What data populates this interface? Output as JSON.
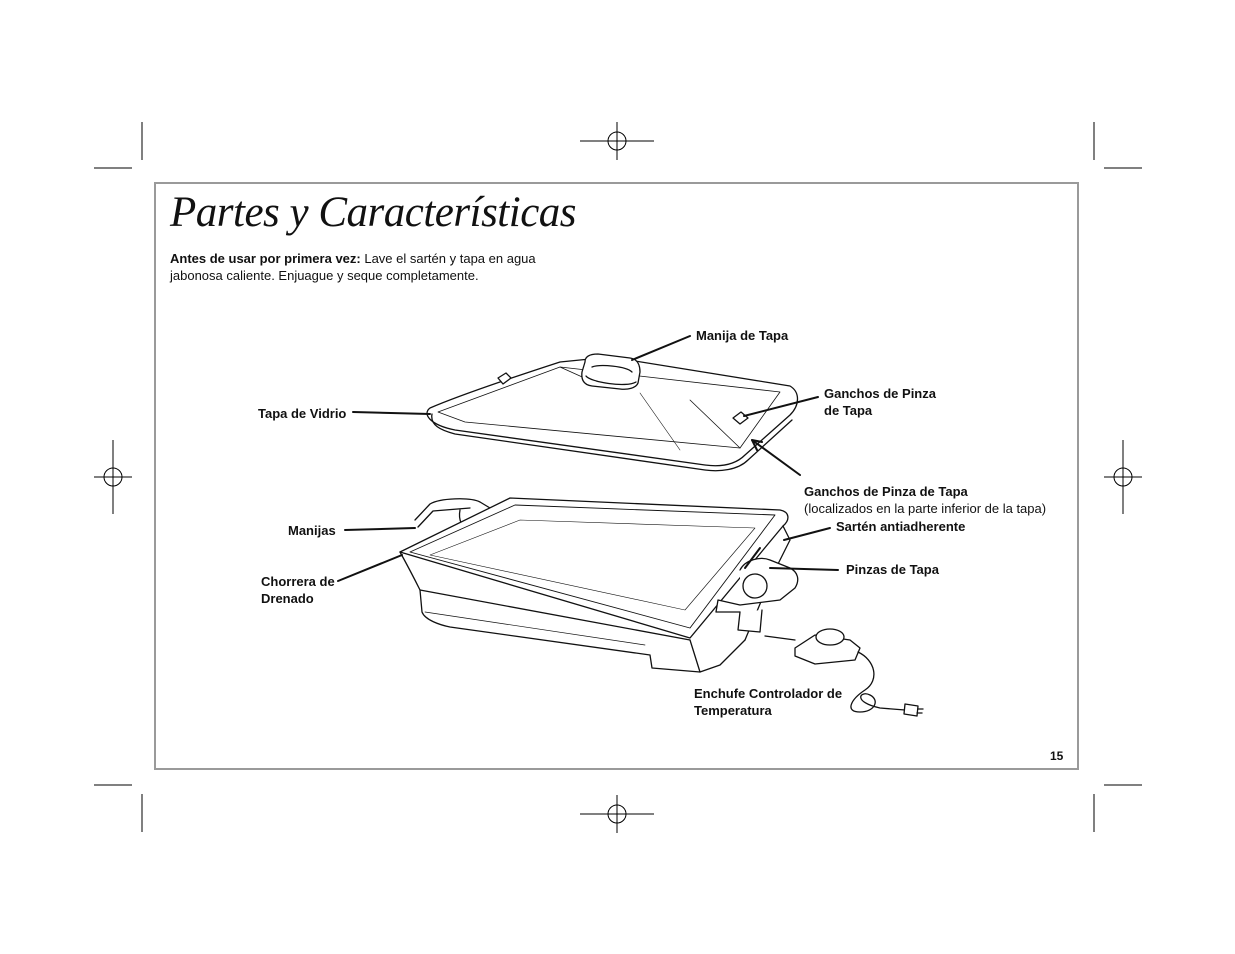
{
  "page": {
    "title": "Partes y Características",
    "intro_bold": "Antes de usar por primera vez:",
    "intro_text": " Lave el sartén y tapa en agua jabonosa caliente. Enjuague y seque completamente.",
    "page_number": "15"
  },
  "labels": {
    "manija_tapa": "Manija de Tapa",
    "tapa_vidrio": "Tapa de Vidrio",
    "ganchos_pinza_1": "Ganchos de Pinza\nde Tapa",
    "ganchos_pinza_2": "Ganchos de Pinza de Tapa",
    "ganchos_pinza_2_note": "(localizados en la parte inferior de la tapa)",
    "manijas": "Manijas",
    "sarten": "Sartén antiadherente",
    "chorrera": "Chorrera de\nDrenado",
    "pinzas": "Pinzas de Tapa",
    "enchufe": "Enchufe Controlador de\nTemperatura"
  },
  "colors": {
    "frame": "#9a9a9a",
    "ink": "#111111"
  }
}
